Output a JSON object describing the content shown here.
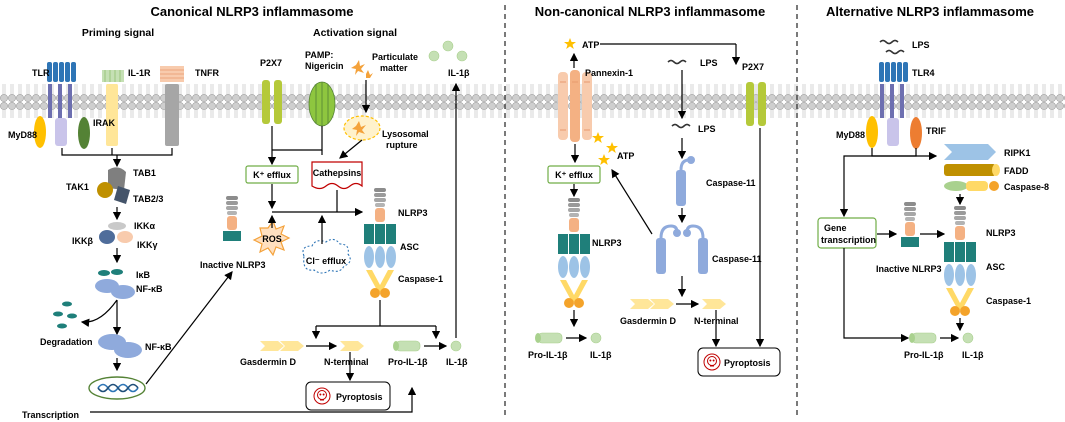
{
  "panels": {
    "canonical": {
      "title": "Canonical NLRP3 inflammasome",
      "priming_title": "Priming signal",
      "activation_title": "Activation signal",
      "labels": {
        "tlr": "TLR",
        "il1r": "IL-1R",
        "tnfr": "TNFR",
        "myd88": "MyD88",
        "irak": "IRAK",
        "tab1": "TAB1",
        "tak1": "TAK1",
        "tab23": "TAB2/3",
        "ikka": "IKKα",
        "ikkb": "IKKβ",
        "ikkg": "IKKγ",
        "ikb": "IκB",
        "nfkb1": "NF-κB",
        "degradation": "Degradation",
        "nfkb2": "NF-κB",
        "transcription": "Transcription",
        "p2x7": "P2X7",
        "pamp": "PAMP:",
        "nigericin": "Nigericin",
        "particulate": "Particulate",
        "matter": "matter",
        "lysosomal": "Lysosomal",
        "rupture": "rupture",
        "il1b_top": "IL-1β",
        "kefflux": "K⁺ efflux",
        "cathepsins": "Cathepsins",
        "ros": "ROS",
        "clefflux": "Cl⁻ efflux",
        "inactive_nlrp3": "Inactive NLRP3",
        "nlrp3": "NLRP3",
        "asc": "ASC",
        "caspase1": "Caspase-1",
        "gsdmd": "Gasdermin D",
        "nterminal": "N-terminal",
        "proil1b": "Pro-IL-1β",
        "il1b": "IL-1β",
        "pyroptosis": "Pyroptosis"
      }
    },
    "noncanonical": {
      "title": "Non-canonical NLRP3 inflammasome",
      "labels": {
        "atp_top": "ATP",
        "pannexin": "Pannexin-1",
        "lps1": "LPS",
        "p2x7": "P2X7",
        "lps2": "LPS",
        "atp_mid": "ATP",
        "kefflux": "K⁺ efflux",
        "casp11a": "Caspase-11",
        "casp11b": "Caspase-11",
        "nlrp3": "NLRP3",
        "gsdmd": "Gasdermin D",
        "nterminal": "N-terminal",
        "proil1b": "Pro-IL-1β",
        "il1b": "IL-1β",
        "pyroptosis": "Pyroptosis"
      }
    },
    "alternative": {
      "title": "Alternative NLRP3 inflammasome",
      "labels": {
        "lps": "LPS",
        "tlr4": "TLR4",
        "myd88": "MyD88",
        "trif": "TRIF",
        "ripk1": "RIPK1",
        "fadd": "FADD",
        "caspase8": "Caspase-8",
        "gene1": "Gene",
        "gene2": "transcription",
        "nlrp3": "NLRP3",
        "inactive_nlrp3": "Inactive NLRP3",
        "asc": "ASC",
        "caspase1": "Caspase-1",
        "proil1b": "Pro-IL-1β",
        "il1b": "IL-1β"
      }
    }
  },
  "colors": {
    "membrane_head": "#c8c8c8",
    "tlr_blue": "#2e75b6",
    "lavender": "#c9c4ea",
    "nlrp3_teal": "#1f7f7a",
    "asc_blue": "#9dc3e6",
    "casp_yellow": "#ffd966",
    "casp_orange": "#f4a32a",
    "green_channel": "#b5c93a",
    "salmon": "#f4b183",
    "pale_green": "#c5e0b4",
    "gsdmd_yellow": "#ffe699",
    "ros_orange": "#f4a23b",
    "box_green": "#70ad47",
    "cathepsin_red": "#c00000"
  }
}
